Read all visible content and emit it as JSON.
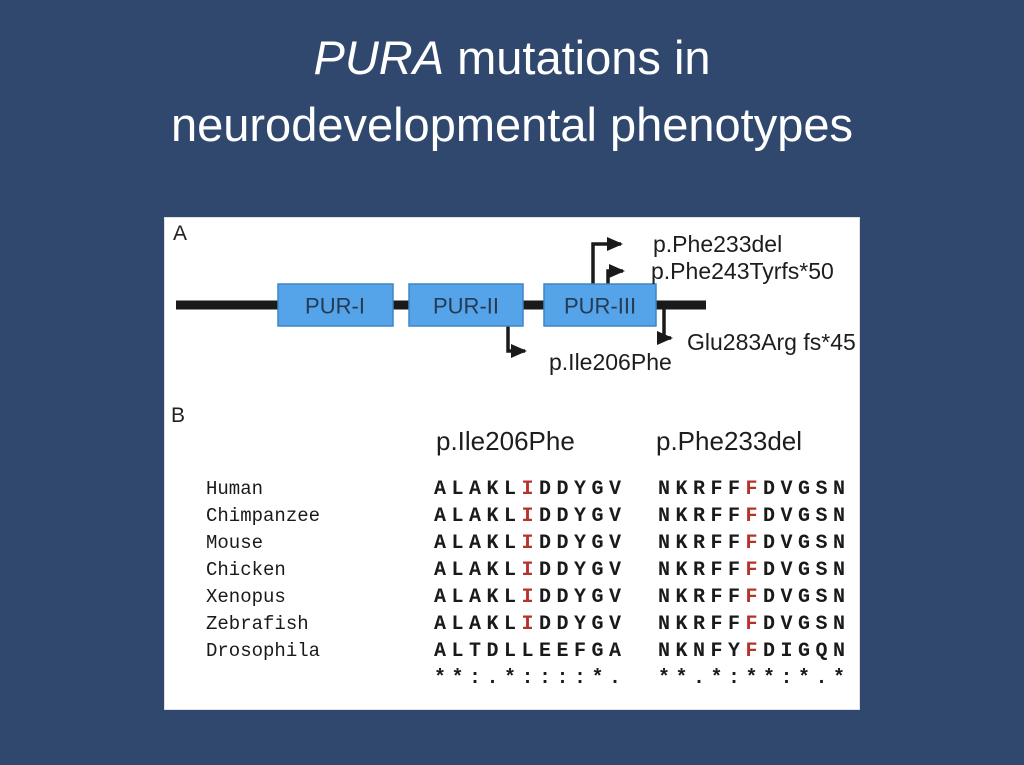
{
  "slide": {
    "background_color": "#30486E",
    "title": {
      "line1_italic": "PURA",
      "line1_rest": " mutations in",
      "line2": "neurodevelopmental phenotypes"
    }
  },
  "figure": {
    "panel_a": {
      "label": "A",
      "domain_fill": "#55A3E8",
      "domains": [
        {
          "label": "PUR-I"
        },
        {
          "label": "PUR-II"
        },
        {
          "label": "PUR-III"
        }
      ],
      "mutation_labels": {
        "top1": "p.Phe233del",
        "top2": "p.Phe243Tyrfs*50",
        "right": "Glu283Arg fs*45",
        "bottom": "p.Ile206Phe"
      }
    },
    "panel_b": {
      "label": "B",
      "headers": {
        "col1": "p.Ile206Phe",
        "col2": "p.Phe233del"
      },
      "rows": [
        {
          "species": "Human",
          "seq1": "ALAKLIDDYGV",
          "seq1_red_index": 5,
          "seq2": "NKRFFFDVGSN",
          "seq2_red_index": 5
        },
        {
          "species": "Chimpanzee",
          "seq1": "ALAKLIDDYGV",
          "seq1_red_index": 5,
          "seq2": "NKRFFFDVGSN",
          "seq2_red_index": 5
        },
        {
          "species": "Mouse",
          "seq1": "ALAKLIDDYGV",
          "seq1_red_index": 5,
          "seq2": "NKRFFFDVGSN",
          "seq2_red_index": 5
        },
        {
          "species": "Chicken",
          "seq1": "ALAKLIDDYGV",
          "seq1_red_index": 5,
          "seq2": "NKRFFFDVGSN",
          "seq2_red_index": 5
        },
        {
          "species": "Xenopus",
          "seq1": "ALAKLIDDYGV",
          "seq1_red_index": 5,
          "seq2": "NKRFFFDVGSN",
          "seq2_red_index": 5
        },
        {
          "species": "Zebrafish",
          "seq1": "ALAKLIDDYGV",
          "seq1_red_index": 5,
          "seq2": "NKRFFFDVGSN",
          "seq2_red_index": 5
        },
        {
          "species": "Drosophila",
          "seq1": "ALTDLLEEFGA",
          "seq1_red_index": null,
          "seq2": "NKNFYFDIGQN",
          "seq2_red_index": 5
        }
      ],
      "conservation": {
        "col1": "**:.*::::*.",
        "col2": "**.*:**:*.*"
      },
      "highlight_color": "#B5332C"
    }
  }
}
